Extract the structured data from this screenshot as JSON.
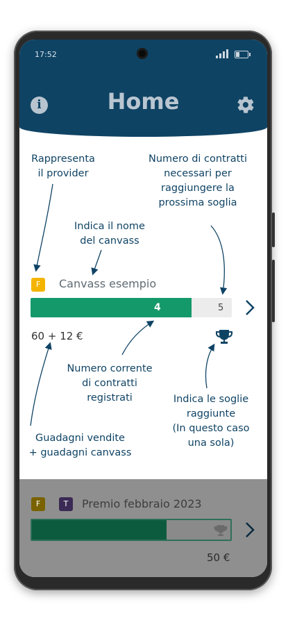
{
  "status": {
    "time": "17:52"
  },
  "header": {
    "title": "Home",
    "info_icon": "info-icon",
    "settings_icon": "gear-icon"
  },
  "annotations": {
    "provider": "Rappresenta\nil provider",
    "threshold": "Numero di contratti\nnecessari per\nraggiungere la\nprossima soglia",
    "name": "Indica il nome\ndel canvass",
    "current": "Numero corrente\ndi contratti\nregistrati",
    "reached": "Indica le soglie\nraggiunte\n(In questo caso\nuna sola)",
    "earnings": "Guadagni vendite\n+ guadagni canvass"
  },
  "canvass": {
    "provider_badge": "F",
    "name": "Canvass esempio",
    "current": "4",
    "next_threshold": "5",
    "progress": 0.8,
    "earnings": "60 + 12 €"
  },
  "canvass2": {
    "provider_badge": "F",
    "type_badge": "T",
    "name": "Premio febbraio 2023",
    "progress": 0.68,
    "earnings": "50 €"
  },
  "colors": {
    "header": "#0f4364",
    "accent_green": "#14996a",
    "provider_badge": "#f4b400",
    "type_badge": "#5b3d87"
  }
}
